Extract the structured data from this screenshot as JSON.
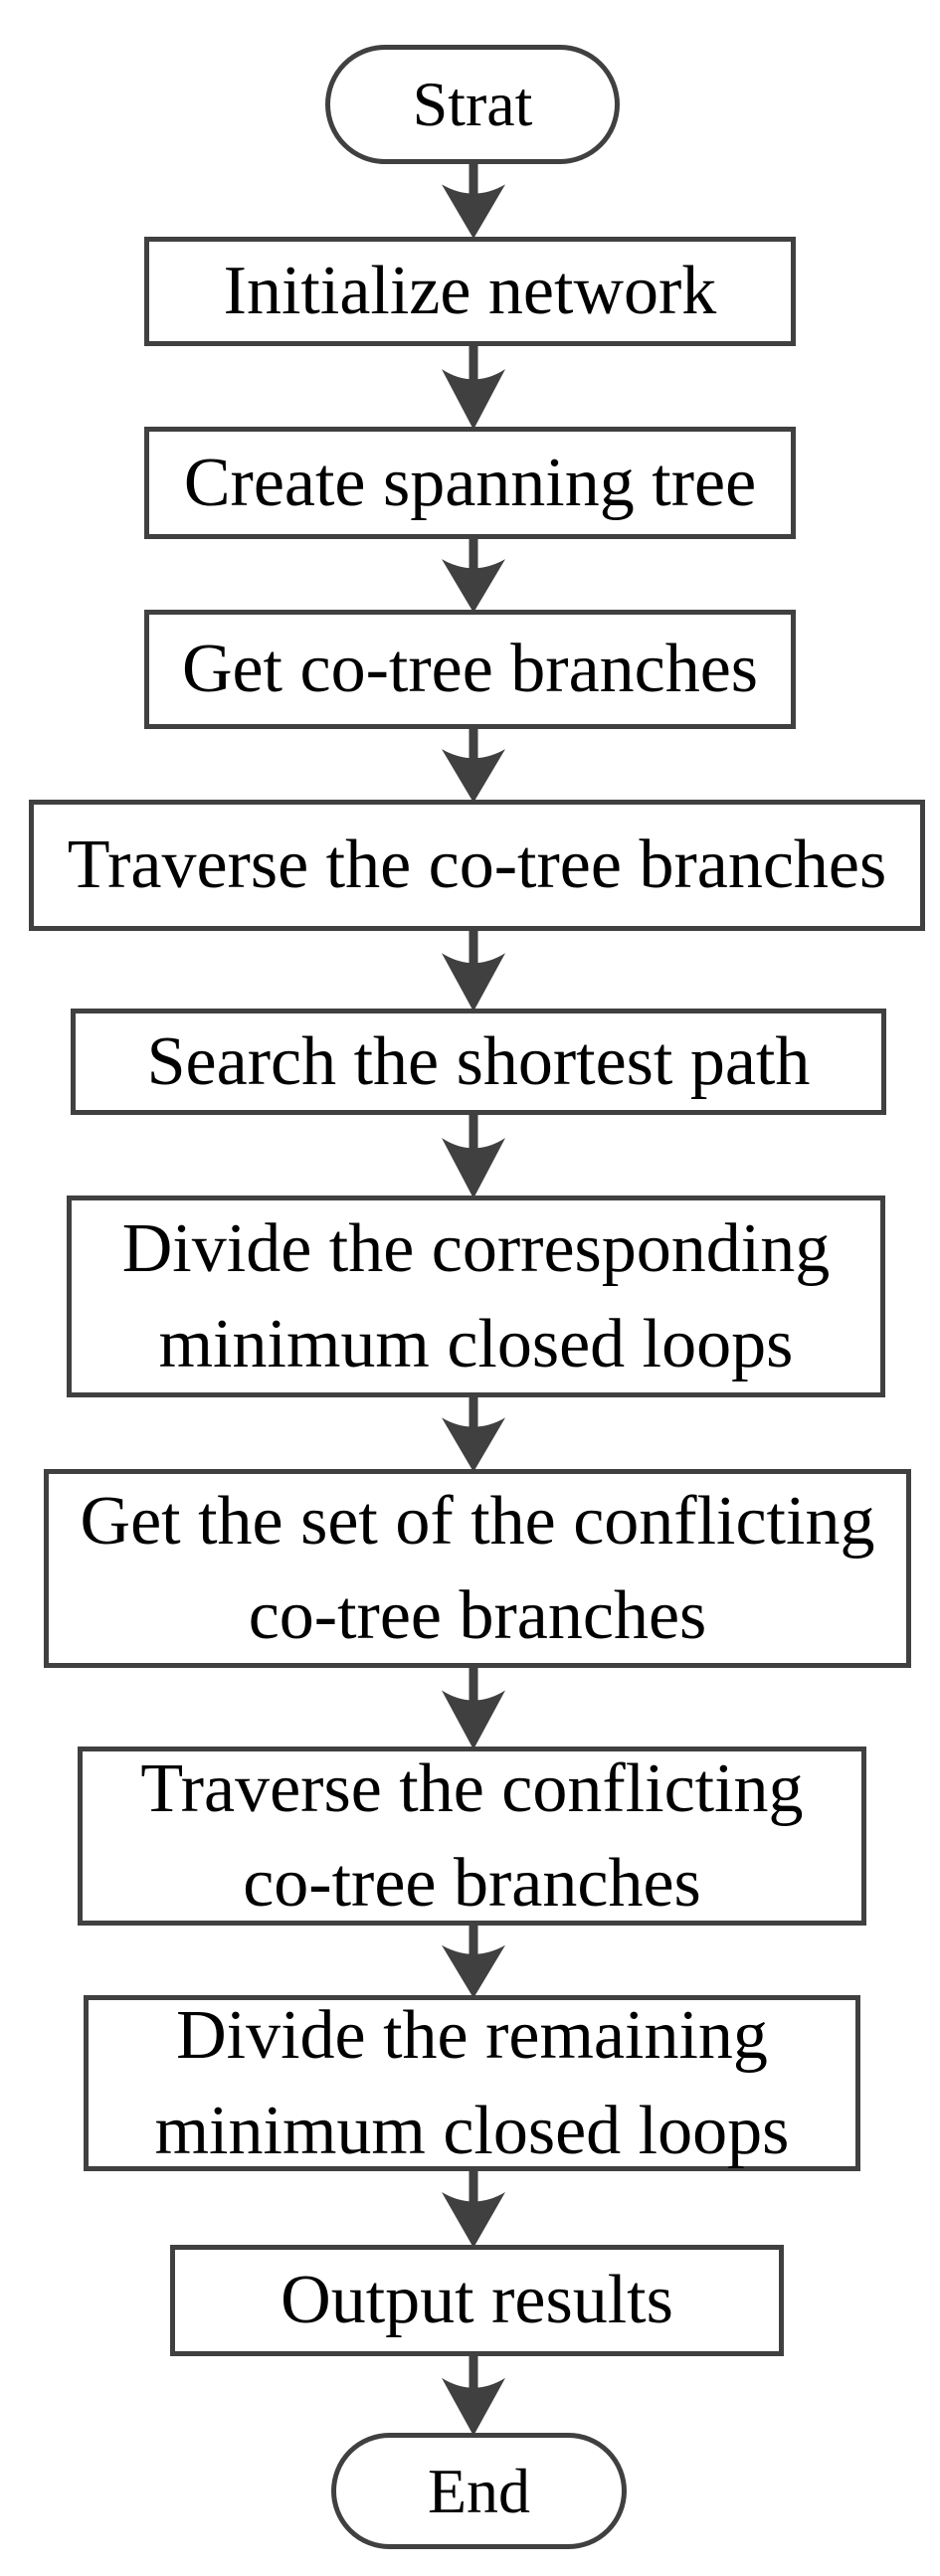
{
  "flowchart": {
    "description": "Vertical flowchart of minimum closed loop division algorithm",
    "colors": {
      "stroke": "#404040",
      "arrow": "#404040",
      "text": "#000000",
      "background": "#ffffff"
    },
    "nodes": [
      {
        "id": "start",
        "type": "terminator",
        "label": "Strat"
      },
      {
        "id": "initialize-network",
        "type": "process",
        "label": "Initialize network"
      },
      {
        "id": "create-spanning-tree",
        "type": "process",
        "label": "Create spanning tree"
      },
      {
        "id": "get-cotree-branches",
        "type": "process",
        "label": "Get co-tree branches"
      },
      {
        "id": "traverse-cotree-branches",
        "type": "process",
        "label": "Traverse the co-tree branches"
      },
      {
        "id": "search-shortest-path",
        "type": "process",
        "label": "Search the shortest path"
      },
      {
        "id": "divide-corresponding-loops",
        "type": "process",
        "label": "Divide the corresponding\nminimum closed loops"
      },
      {
        "id": "get-conflicting-set",
        "type": "process",
        "label": "Get the set of the conflicting\nco-tree branches"
      },
      {
        "id": "traverse-conflicting",
        "type": "process",
        "label": "Traverse the conflicting\nco-tree branches"
      },
      {
        "id": "divide-remaining-loops",
        "type": "process",
        "label": "Divide the remaining\nminimum closed loops"
      },
      {
        "id": "output-results",
        "type": "process",
        "label": "Output results"
      },
      {
        "id": "end",
        "type": "terminator",
        "label": "End"
      }
    ],
    "edges": [
      {
        "from": "start",
        "to": "initialize-network"
      },
      {
        "from": "initialize-network",
        "to": "create-spanning-tree"
      },
      {
        "from": "create-spanning-tree",
        "to": "get-cotree-branches"
      },
      {
        "from": "get-cotree-branches",
        "to": "traverse-cotree-branches"
      },
      {
        "from": "traverse-cotree-branches",
        "to": "search-shortest-path"
      },
      {
        "from": "search-shortest-path",
        "to": "divide-corresponding-loops"
      },
      {
        "from": "divide-corresponding-loops",
        "to": "get-conflicting-set"
      },
      {
        "from": "get-conflicting-set",
        "to": "traverse-conflicting"
      },
      {
        "from": "traverse-conflicting",
        "to": "divide-remaining-loops"
      },
      {
        "from": "divide-remaining-loops",
        "to": "output-results"
      },
      {
        "from": "output-results",
        "to": "end"
      }
    ]
  }
}
